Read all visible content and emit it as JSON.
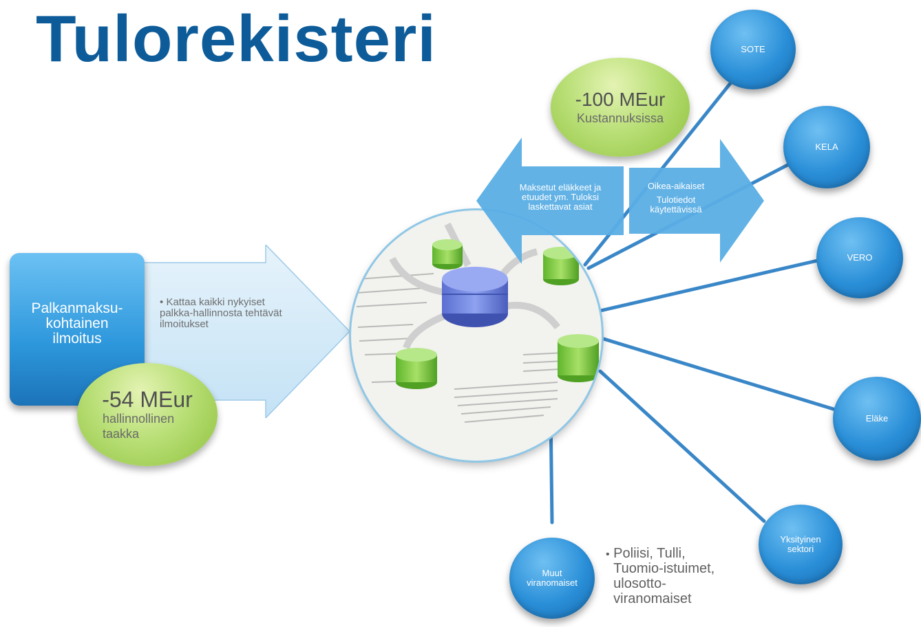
{
  "title": "Tulorekisteri",
  "left_box": {
    "label": "Palkanmaksu-\nkohtainen\nilmoitus"
  },
  "left_arrow": {
    "bullet": "•",
    "text": "Kattaa kaikki nykyiset palkka-hallinnosta tehtävät ilmoitukset"
  },
  "left_green": {
    "value": "-54 MEur",
    "label": "hallinnollinen taakka"
  },
  "top_green": {
    "value": "-100 MEur",
    "label": "Kustannuksissa"
  },
  "left_up_arrow": {
    "text": "Maksetut eläkkeet ja etuudet ym. Tuloksi laskettavat asiat"
  },
  "right_arrow": {
    "line1": "Oikea-aikaiset",
    "line2": "Tulotiedot käytettävissä"
  },
  "targets": [
    {
      "label": "SOTE"
    },
    {
      "label": "KELA"
    },
    {
      "label": "VERO"
    },
    {
      "label": "Eläke"
    },
    {
      "label": "Yksityinen sektori"
    },
    {
      "label": "Muut viranomaiset"
    }
  ],
  "other_authorities": {
    "bullet": "•",
    "text": "Poliisi, Tulli, Tuomio-istuimet, ulosotto-viranomaiset"
  },
  "colors": {
    "title": "#0d5c99",
    "bubble": "#2a8fd8",
    "green": "#b9df77",
    "arrow": "#5aaee5",
    "line": "#3a87c8"
  }
}
